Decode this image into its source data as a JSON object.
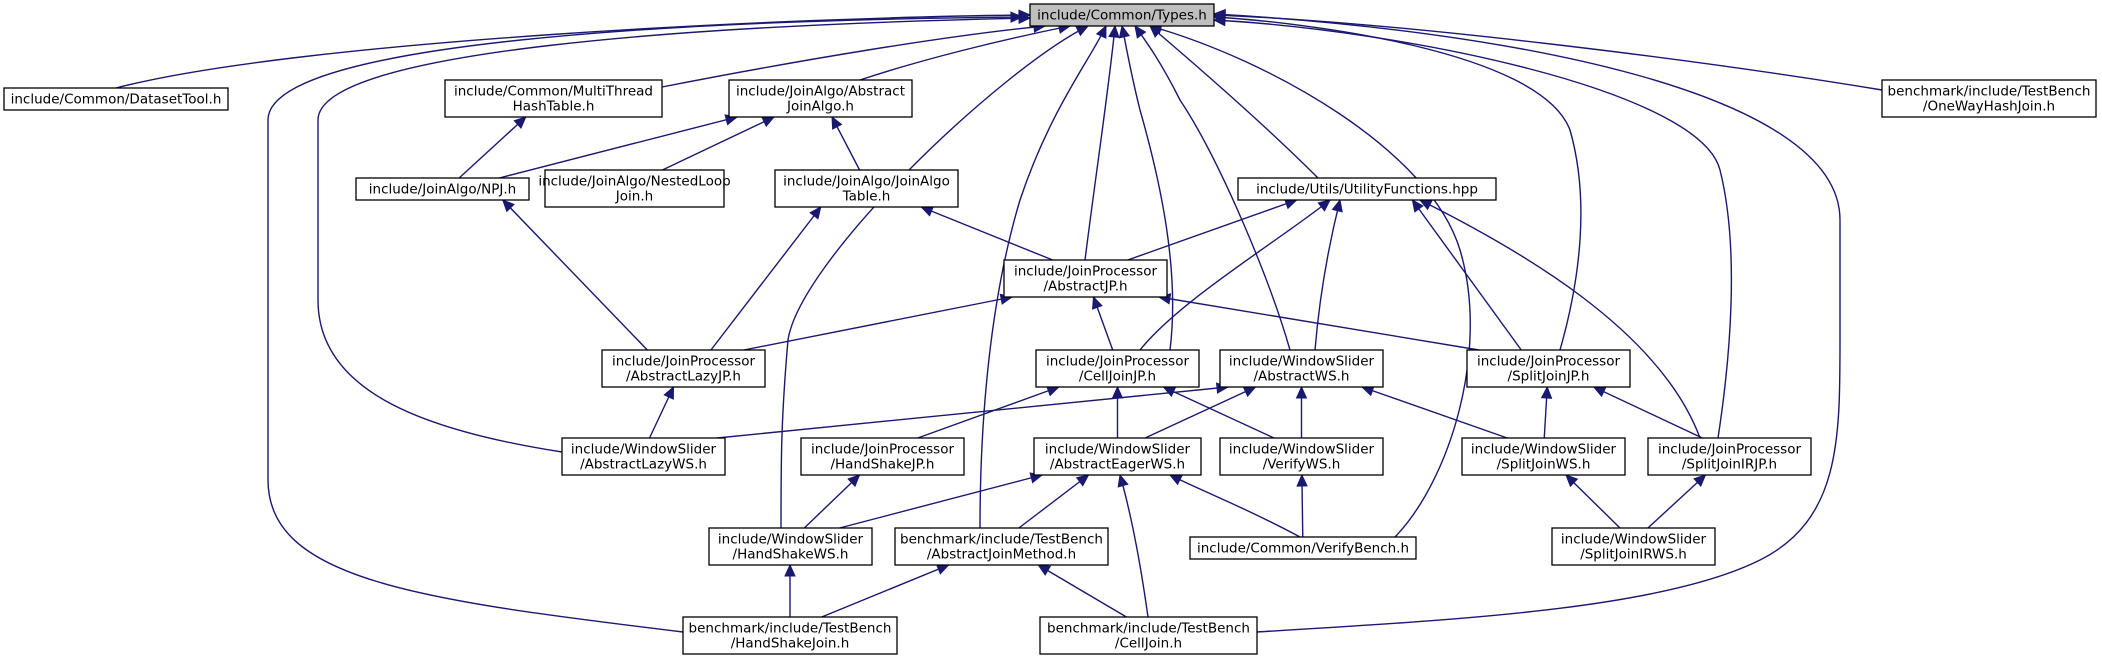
{
  "nodes": [
    {
      "id": "types",
      "lines": [
        "include/Common/Types.h"
      ],
      "root": true
    },
    {
      "id": "datasettool",
      "lines": [
        "include/Common/DatasetTool.h"
      ]
    },
    {
      "id": "mthash",
      "lines": [
        "include/Common/MultiThread",
        "HashTable.h"
      ]
    },
    {
      "id": "absjoinalgo",
      "lines": [
        "include/JoinAlgo/Abstract",
        "JoinAlgo.h"
      ]
    },
    {
      "id": "onewayhash",
      "lines": [
        "benchmark/include/TestBench",
        "/OneWayHashJoin.h"
      ]
    },
    {
      "id": "npj",
      "lines": [
        "include/JoinAlgo/NPJ.h"
      ]
    },
    {
      "id": "nestedloop",
      "lines": [
        "include/JoinAlgo/NestedLoop",
        "Join.h"
      ]
    },
    {
      "id": "joinalgotable",
      "lines": [
        "include/JoinAlgo/JoinAlgo",
        "Table.h"
      ]
    },
    {
      "id": "utility",
      "lines": [
        "include/Utils/UtilityFunctions.hpp"
      ]
    },
    {
      "id": "abstractjp",
      "lines": [
        "include/JoinProcessor",
        "/AbstractJP.h"
      ]
    },
    {
      "id": "abstractlazyjp",
      "lines": [
        "include/JoinProcessor",
        "/AbstractLazyJP.h"
      ]
    },
    {
      "id": "celljoinjp",
      "lines": [
        "include/JoinProcessor",
        "/CellJoinJP.h"
      ]
    },
    {
      "id": "abstractws",
      "lines": [
        "include/WindowSlider",
        "/AbstractWS.h"
      ]
    },
    {
      "id": "splitjoinjp",
      "lines": [
        "include/JoinProcessor",
        "/SplitJoinJP.h"
      ]
    },
    {
      "id": "abstractlazyws",
      "lines": [
        "include/WindowSlider",
        "/AbstractLazyWS.h"
      ]
    },
    {
      "id": "handshakejp",
      "lines": [
        "include/JoinProcessor",
        "/HandShakeJP.h"
      ]
    },
    {
      "id": "abstracteagerws",
      "lines": [
        "include/WindowSlider",
        "/AbstractEagerWS.h"
      ]
    },
    {
      "id": "verifyws",
      "lines": [
        "include/WindowSlider",
        "/VerifyWS.h"
      ]
    },
    {
      "id": "splitjoinws",
      "lines": [
        "include/WindowSlider",
        "/SplitJoinWS.h"
      ]
    },
    {
      "id": "splitjoinirjp",
      "lines": [
        "include/JoinProcessor",
        "/SplitJoinIRJP.h"
      ]
    },
    {
      "id": "handshakews",
      "lines": [
        "include/WindowSlider",
        "/HandShakeWS.h"
      ]
    },
    {
      "id": "absjoinmethod",
      "lines": [
        "benchmark/include/TestBench",
        "/AbstractJoinMethod.h"
      ]
    },
    {
      "id": "verifybench",
      "lines": [
        "include/Common/VerifyBench.h"
      ]
    },
    {
      "id": "splitjoinirws",
      "lines": [
        "include/WindowSlider",
        "/SplitJoinIRWS.h"
      ]
    },
    {
      "id": "handshakejoin",
      "lines": [
        "benchmark/include/TestBench",
        "/HandShakeJoin.h"
      ]
    },
    {
      "id": "celljoin",
      "lines": [
        "benchmark/include/TestBench",
        "/CellJoin.h"
      ]
    }
  ],
  "edges": [
    [
      "datasettool",
      "types"
    ],
    [
      "mthash",
      "types"
    ],
    [
      "absjoinalgo",
      "types"
    ],
    [
      "onewayhash",
      "types"
    ],
    [
      "utility",
      "types"
    ],
    [
      "abstractjp",
      "types"
    ],
    [
      "celljoinjp",
      "types"
    ],
    [
      "abstractws",
      "types"
    ],
    [
      "splitjoinjp",
      "types"
    ],
    [
      "abstractlazyws",
      "types"
    ],
    [
      "splitjoinirjp",
      "types"
    ],
    [
      "handshakews",
      "types"
    ],
    [
      "absjoinmethod",
      "types"
    ],
    [
      "verifybench",
      "types"
    ],
    [
      "handshakejoin",
      "types"
    ],
    [
      "celljoin",
      "types"
    ],
    [
      "npj",
      "mthash"
    ],
    [
      "npj",
      "absjoinalgo"
    ],
    [
      "nestedloop",
      "absjoinalgo"
    ],
    [
      "joinalgotable",
      "absjoinalgo"
    ],
    [
      "abstractlazyjp",
      "npj"
    ],
    [
      "abstractlazyjp",
      "joinalgotable"
    ],
    [
      "abstractjp",
      "joinalgotable"
    ],
    [
      "abstractjp",
      "utility"
    ],
    [
      "celljoinjp",
      "utility"
    ],
    [
      "abstractws",
      "utility"
    ],
    [
      "splitjoinjp",
      "utility"
    ],
    [
      "splitjoinirjp",
      "utility"
    ],
    [
      "abstractlazyjp",
      "abstractjp"
    ],
    [
      "celljoinjp",
      "abstractjp"
    ],
    [
      "splitjoinjp",
      "abstractjp"
    ],
    [
      "abstractlazyws",
      "abstractlazyjp"
    ],
    [
      "handshakejp",
      "celljoinjp"
    ],
    [
      "abstracteagerws",
      "celljoinjp"
    ],
    [
      "verifyws",
      "celljoinjp"
    ],
    [
      "abstractlazyws",
      "abstractws"
    ],
    [
      "abstracteagerws",
      "abstractws"
    ],
    [
      "verifyws",
      "abstractws"
    ],
    [
      "splitjoinws",
      "abstractws"
    ],
    [
      "splitjoinws",
      "splitjoinjp"
    ],
    [
      "splitjoinirjp",
      "splitjoinjp"
    ],
    [
      "handshakews",
      "handshakejp"
    ],
    [
      "handshakews",
      "abstracteagerws"
    ],
    [
      "absjoinmethod",
      "abstracteagerws"
    ],
    [
      "verifybench",
      "abstracteagerws"
    ],
    [
      "celljoin",
      "abstracteagerws"
    ],
    [
      "verifybench",
      "verifyws"
    ],
    [
      "splitjoinirws",
      "splitjoinws"
    ],
    [
      "splitjoinirws",
      "splitjoinirjp"
    ],
    [
      "handshakejoin",
      "handshakews"
    ],
    [
      "handshakejoin",
      "absjoinmethod"
    ],
    [
      "celljoin",
      "absjoinmethod"
    ]
  ]
}
